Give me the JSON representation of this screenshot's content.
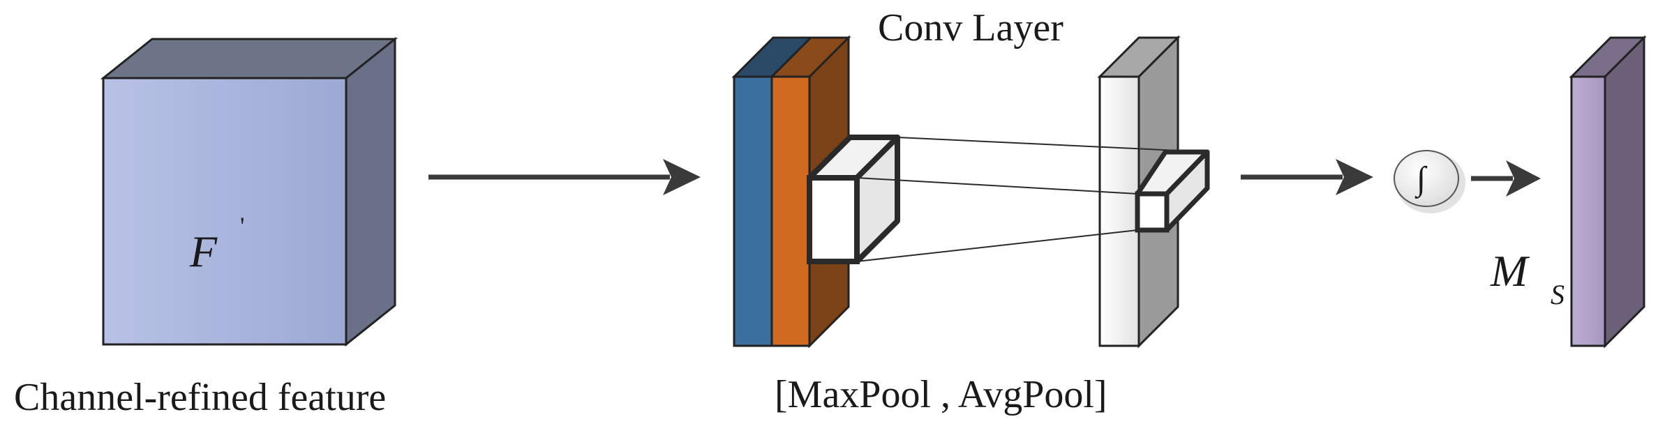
{
  "labels": {
    "input_symbol": "F",
    "input_prime": "'",
    "input_caption": "Channel-refined feature",
    "conv_title": "Conv Layer",
    "pool_caption": "[MaxPool , AvgPool]",
    "sigmoid_symbol": "∫",
    "output_symbol": "M",
    "output_subscript": "S"
  },
  "colors": {
    "input_front": "#a3b0d8",
    "input_top": "#6e7488",
    "input_side": "#6a7087",
    "maxpool_front": "#3a6f9f",
    "maxpool_top": "#2a4a68",
    "avgpool_front": "#d06a21",
    "avgpool_top": "#8a4a1a",
    "pool_side": "#7a4216",
    "conv_front": "#f4f4f4",
    "conv_side": "#9a9a9a",
    "conv_top": "#a8a8a8",
    "output_front": "#b0a2c8",
    "output_side": "#6b6078",
    "arrow": "#3a3a3a"
  }
}
